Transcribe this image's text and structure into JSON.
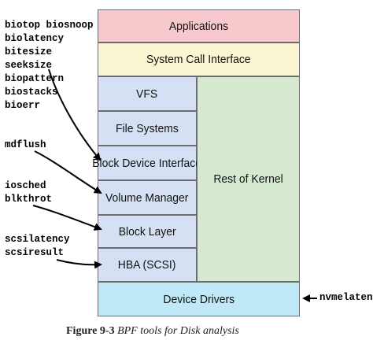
{
  "layers": {
    "applications": "Applications",
    "system_call_interface": "System Call Interface",
    "stack": [
      "VFS",
      "File Systems",
      "Block Device Interface",
      "Volume Manager",
      "Block Layer",
      "HBA (SCSI)"
    ],
    "rest_of_kernel": "Rest of Kernel",
    "device_drivers": "Device Drivers"
  },
  "tools": {
    "block_device_interface": [
      "biotop biosnoop",
      "biolatency",
      "bitesize",
      "seeksize",
      "biopattern",
      "biostacks",
      "bioerr"
    ],
    "volume_manager": [
      "mdflush"
    ],
    "block_layer": [
      "iosched",
      "blkthrot"
    ],
    "hba_scsi": [
      "scsilatency",
      "scsiresult"
    ],
    "device_drivers": [
      "nvmelatency"
    ]
  },
  "caption": {
    "figure": "Figure 9-3",
    "title": "BPF tools for Disk analysis"
  },
  "colors": {
    "applications": "#f7c9cc",
    "system_call_interface": "#fbf6d2",
    "stack": "#d6e0f4",
    "rest_of_kernel": "#d6e9d0",
    "device_drivers": "#bfe9f6"
  }
}
